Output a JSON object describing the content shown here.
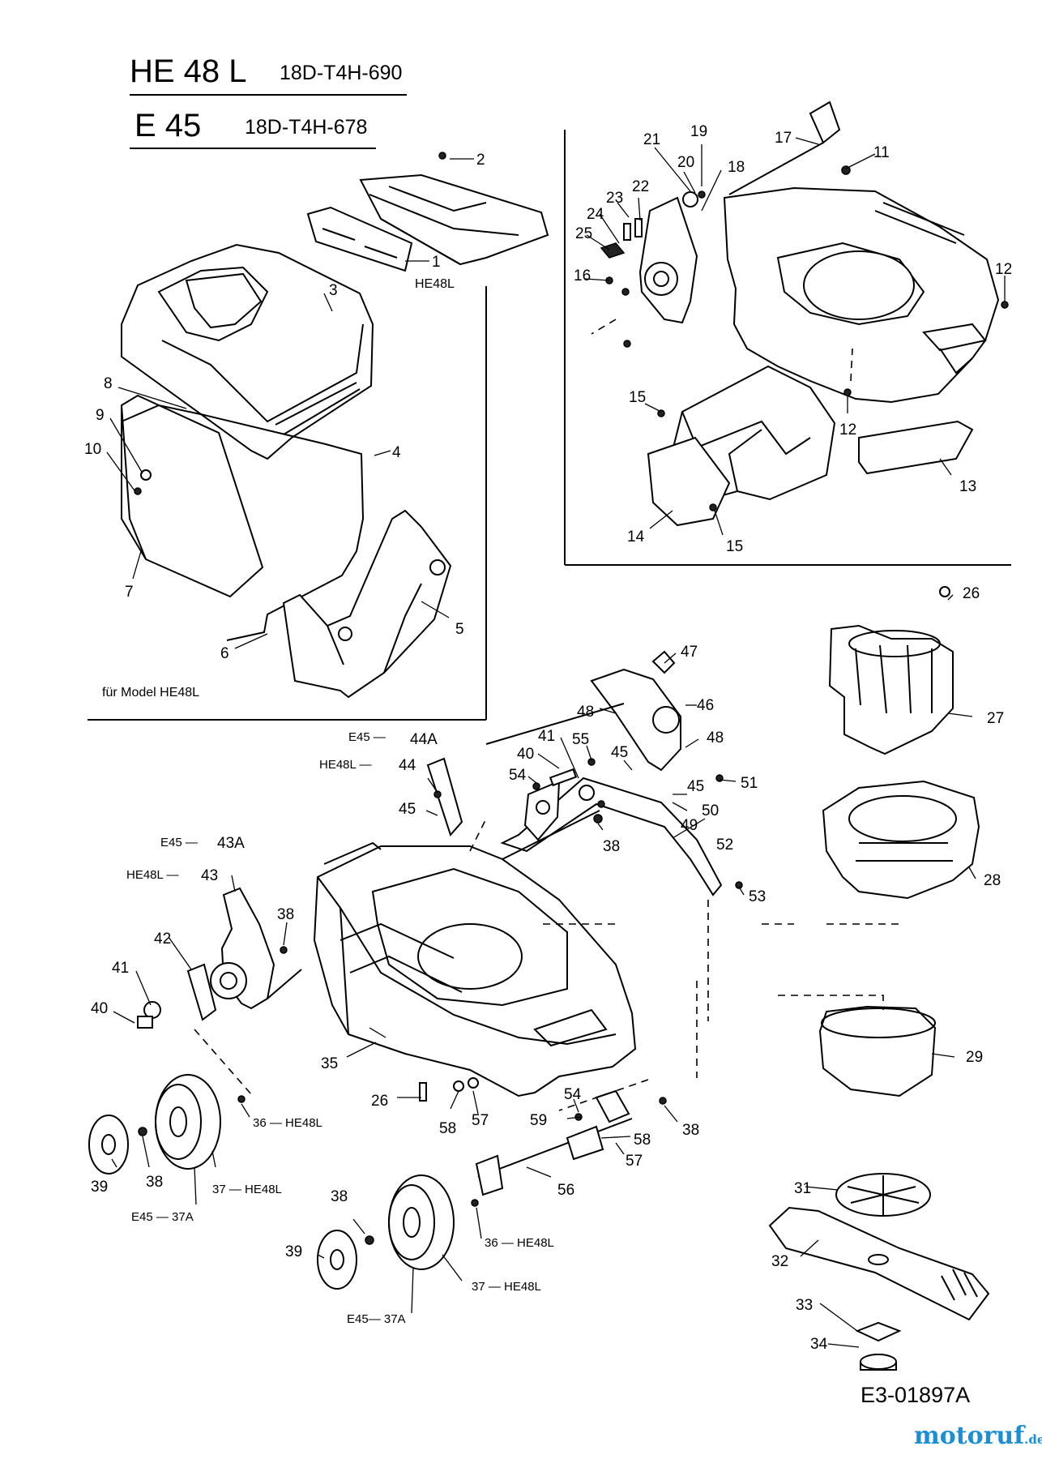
{
  "header": {
    "model_1": "HE 48 L",
    "code_1": "18D-T4H-690",
    "model_2": "E 45",
    "code_2": "18D-T4H-678"
  },
  "notes": {
    "catcher_note": "für Model HE48L",
    "he48l_tag": "HE48L"
  },
  "footer": {
    "reference": "E3-01897A",
    "brand": "motoruf",
    "brand_tld": ".de"
  },
  "callouts": [
    {
      "id": "c2",
      "text": "2"
    },
    {
      "id": "c1",
      "text": "1"
    },
    {
      "id": "c3",
      "text": "3"
    },
    {
      "id": "c8",
      "text": "8"
    },
    {
      "id": "c9",
      "text": "9"
    },
    {
      "id": "c10",
      "text": "10"
    },
    {
      "id": "c4",
      "text": "4"
    },
    {
      "id": "c7",
      "text": "7"
    },
    {
      "id": "c5",
      "text": "5"
    },
    {
      "id": "c6",
      "text": "6"
    },
    {
      "id": "c21",
      "text": "21"
    },
    {
      "id": "c19",
      "text": "19"
    },
    {
      "id": "c17",
      "text": "17"
    },
    {
      "id": "c11",
      "text": "11"
    },
    {
      "id": "c20",
      "text": "20"
    },
    {
      "id": "c18",
      "text": "18"
    },
    {
      "id": "c22",
      "text": "22"
    },
    {
      "id": "c23",
      "text": "23"
    },
    {
      "id": "c24",
      "text": "24"
    },
    {
      "id": "c25",
      "text": "25"
    },
    {
      "id": "c16",
      "text": "16"
    },
    {
      "id": "c12a",
      "text": "12"
    },
    {
      "id": "c15a",
      "text": "15"
    },
    {
      "id": "c12b",
      "text": "12"
    },
    {
      "id": "c13",
      "text": "13"
    },
    {
      "id": "c14",
      "text": "14"
    },
    {
      "id": "c15b",
      "text": "15"
    },
    {
      "id": "c26a",
      "text": "26"
    },
    {
      "id": "c27",
      "text": "27"
    },
    {
      "id": "c28",
      "text": "28"
    },
    {
      "id": "c29",
      "text": "29"
    },
    {
      "id": "c31",
      "text": "31"
    },
    {
      "id": "c32",
      "text": "32"
    },
    {
      "id": "c33",
      "text": "33"
    },
    {
      "id": "c34",
      "text": "34"
    },
    {
      "id": "c47",
      "text": "47"
    },
    {
      "id": "c46",
      "text": "46"
    },
    {
      "id": "c48a",
      "text": "48"
    },
    {
      "id": "c48b",
      "text": "48"
    },
    {
      "id": "c41a",
      "text": "41"
    },
    {
      "id": "c55",
      "text": "55"
    },
    {
      "id": "c45a",
      "text": "45"
    },
    {
      "id": "c40a",
      "text": "40"
    },
    {
      "id": "c54a",
      "text": "54"
    },
    {
      "id": "c51",
      "text": "51"
    },
    {
      "id": "c45b",
      "text": "45"
    },
    {
      "id": "c50",
      "text": "50"
    },
    {
      "id": "c49",
      "text": "49"
    },
    {
      "id": "c38a",
      "text": "38"
    },
    {
      "id": "c52",
      "text": "52"
    },
    {
      "id": "c53",
      "text": "53"
    },
    {
      "id": "e45a",
      "text": "E45 —"
    },
    {
      "id": "c44A",
      "text": "44A"
    },
    {
      "id": "he48la",
      "text": "HE48L —"
    },
    {
      "id": "c44",
      "text": "44"
    },
    {
      "id": "c45c",
      "text": "45"
    },
    {
      "id": "e45b",
      "text": "E45 —"
    },
    {
      "id": "c43A",
      "text": "43A"
    },
    {
      "id": "he48lb",
      "text": "HE48L —"
    },
    {
      "id": "c43",
      "text": "43"
    },
    {
      "id": "c38b",
      "text": "38"
    },
    {
      "id": "c42",
      "text": "42"
    },
    {
      "id": "c41b",
      "text": "41"
    },
    {
      "id": "c40b",
      "text": "40"
    },
    {
      "id": "c35",
      "text": "35"
    },
    {
      "id": "c26b",
      "text": "26"
    },
    {
      "id": "c58a",
      "text": "58"
    },
    {
      "id": "c57a",
      "text": "57"
    },
    {
      "id": "c54b",
      "text": "54"
    },
    {
      "id": "c59",
      "text": "59"
    },
    {
      "id": "c58b",
      "text": "58"
    },
    {
      "id": "c57b",
      "text": "57"
    },
    {
      "id": "c38c",
      "text": "38"
    },
    {
      "id": "c56",
      "text": "56"
    },
    {
      "id": "c36a",
      "text": "36 — HE48L"
    },
    {
      "id": "c39a",
      "text": "39"
    },
    {
      "id": "c38d",
      "text": "38"
    },
    {
      "id": "c37a",
      "text": "37 — HE48L"
    },
    {
      "id": "c37Aa",
      "text": "E45 — 37A"
    },
    {
      "id": "c38e",
      "text": "38"
    },
    {
      "id": "c39b",
      "text": "39"
    },
    {
      "id": "c36b",
      "text": "36 — HE48L"
    },
    {
      "id": "c37b",
      "text": "37 — HE48L"
    },
    {
      "id": "c37Ab",
      "text": "E45— 37A"
    }
  ]
}
